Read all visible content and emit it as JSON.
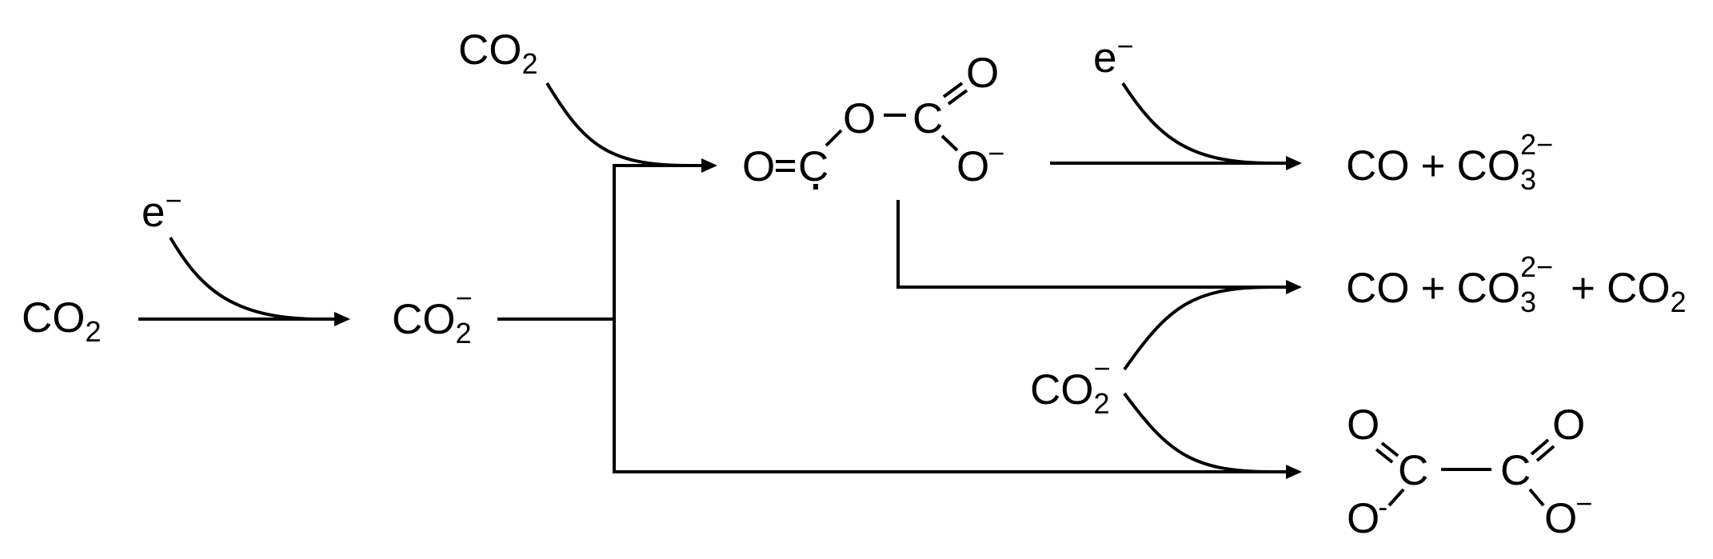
{
  "colors": {
    "ink": "#000000",
    "background": "#ffffff"
  },
  "species": {
    "co2_start": {
      "main": "CO",
      "sub": "2"
    },
    "electron_1": {
      "main": "e",
      "sup": "−"
    },
    "co2_radical_anion": {
      "main": "CO",
      "sub": "2",
      "sup": "−"
    },
    "co2_added": {
      "main": "CO",
      "sub": "2"
    },
    "electron_2": {
      "main": "e",
      "sup": "−"
    },
    "co2_radical_anion_2": {
      "main": "CO",
      "sub": "2",
      "sup": "−"
    }
  },
  "intermediate": {
    "atoms": {
      "o_left": "O",
      "c_radical": "C",
      "o_bridge": "O",
      "c_carboxyl": "C",
      "o_top": "O",
      "o_anion": "O",
      "o_anion_charge": "−"
    }
  },
  "products": {
    "product_1": {
      "a": "CO",
      "plus": "+",
      "b": "CO",
      "b_sub": "3",
      "b_sup": "2−"
    },
    "product_2": {
      "a": "CO",
      "plus1": "+",
      "b": "CO",
      "b_sub": "3",
      "b_sup": "2−",
      "plus2": "+",
      "c": "CO",
      "c_sub": "2"
    },
    "oxalate": {
      "o_top_left": "O",
      "c_left": "C",
      "c_right": "C",
      "o_top_right": "O",
      "o_bottom_left": "O",
      "o_bottom_left_charge": "-",
      "o_bottom_right": "O",
      "o_bottom_right_charge": "−"
    }
  }
}
